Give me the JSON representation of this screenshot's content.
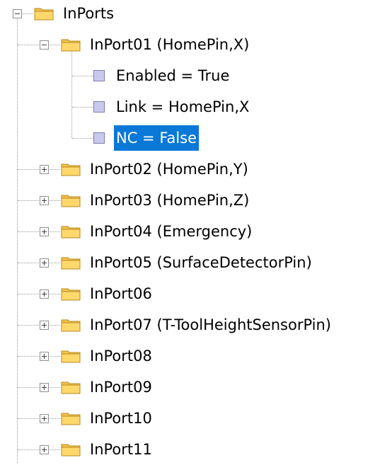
{
  "tree": {
    "root": {
      "label": "InPorts",
      "expanded": true
    },
    "port01": {
      "label": "InPort01 (HomePin,X)",
      "expanded": true,
      "children": [
        {
          "label": "Enabled = True"
        },
        {
          "label": "Link = HomePin,X"
        },
        {
          "label": "NC = False",
          "selected": true
        }
      ]
    },
    "collapsed_ports": [
      {
        "label": "InPort02 (HomePin,Y)"
      },
      {
        "label": "InPort03 (HomePin,Z)"
      },
      {
        "label": "InPort04 (Emergency)"
      },
      {
        "label": "InPort05 (SurfaceDetectorPin)"
      },
      {
        "label": "InPort06"
      },
      {
        "label": "InPort07 (T-ToolHeightSensorPin)"
      },
      {
        "label": "InPort08"
      },
      {
        "label": "InPort09"
      },
      {
        "label": "InPort10"
      },
      {
        "label": "InPort11"
      }
    ]
  },
  "colors": {
    "selection": "#0a78d7",
    "folder": "#f2c14e",
    "leaf_icon": "#c9c9f0",
    "tree_lines": "#9a9a9a"
  },
  "icons": {
    "expand": "plus-box-icon",
    "collapse": "minus-box-icon",
    "folder": "folder-icon",
    "leaf": "property-icon"
  }
}
